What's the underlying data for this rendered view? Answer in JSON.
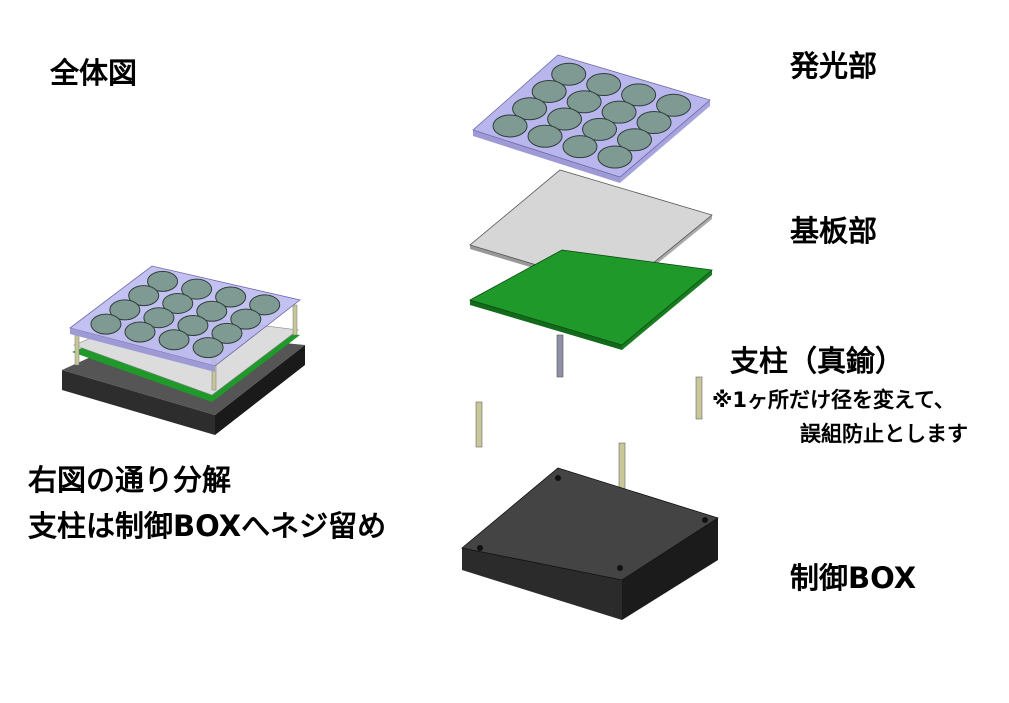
{
  "labels": {
    "overall": "全体図",
    "light_emitting": "発光部",
    "board": "基板部",
    "pillar": "支柱（真鍮）",
    "pillar_note_1": "※1ヶ所だけ径を変えて、",
    "pillar_note_2": "誤組防止とします",
    "control_box": "制御BOX",
    "left_note_1": "右図の通り分解",
    "left_note_2": "支柱は制御BOXへネジ留め"
  },
  "colors": {
    "panel": "#b9b6ee",
    "led": "#7f9a92",
    "plate": "#d4d4d4",
    "pcb": "#1f9a2a",
    "box": "#3c3c3c",
    "pillar": "#c9c79a"
  }
}
